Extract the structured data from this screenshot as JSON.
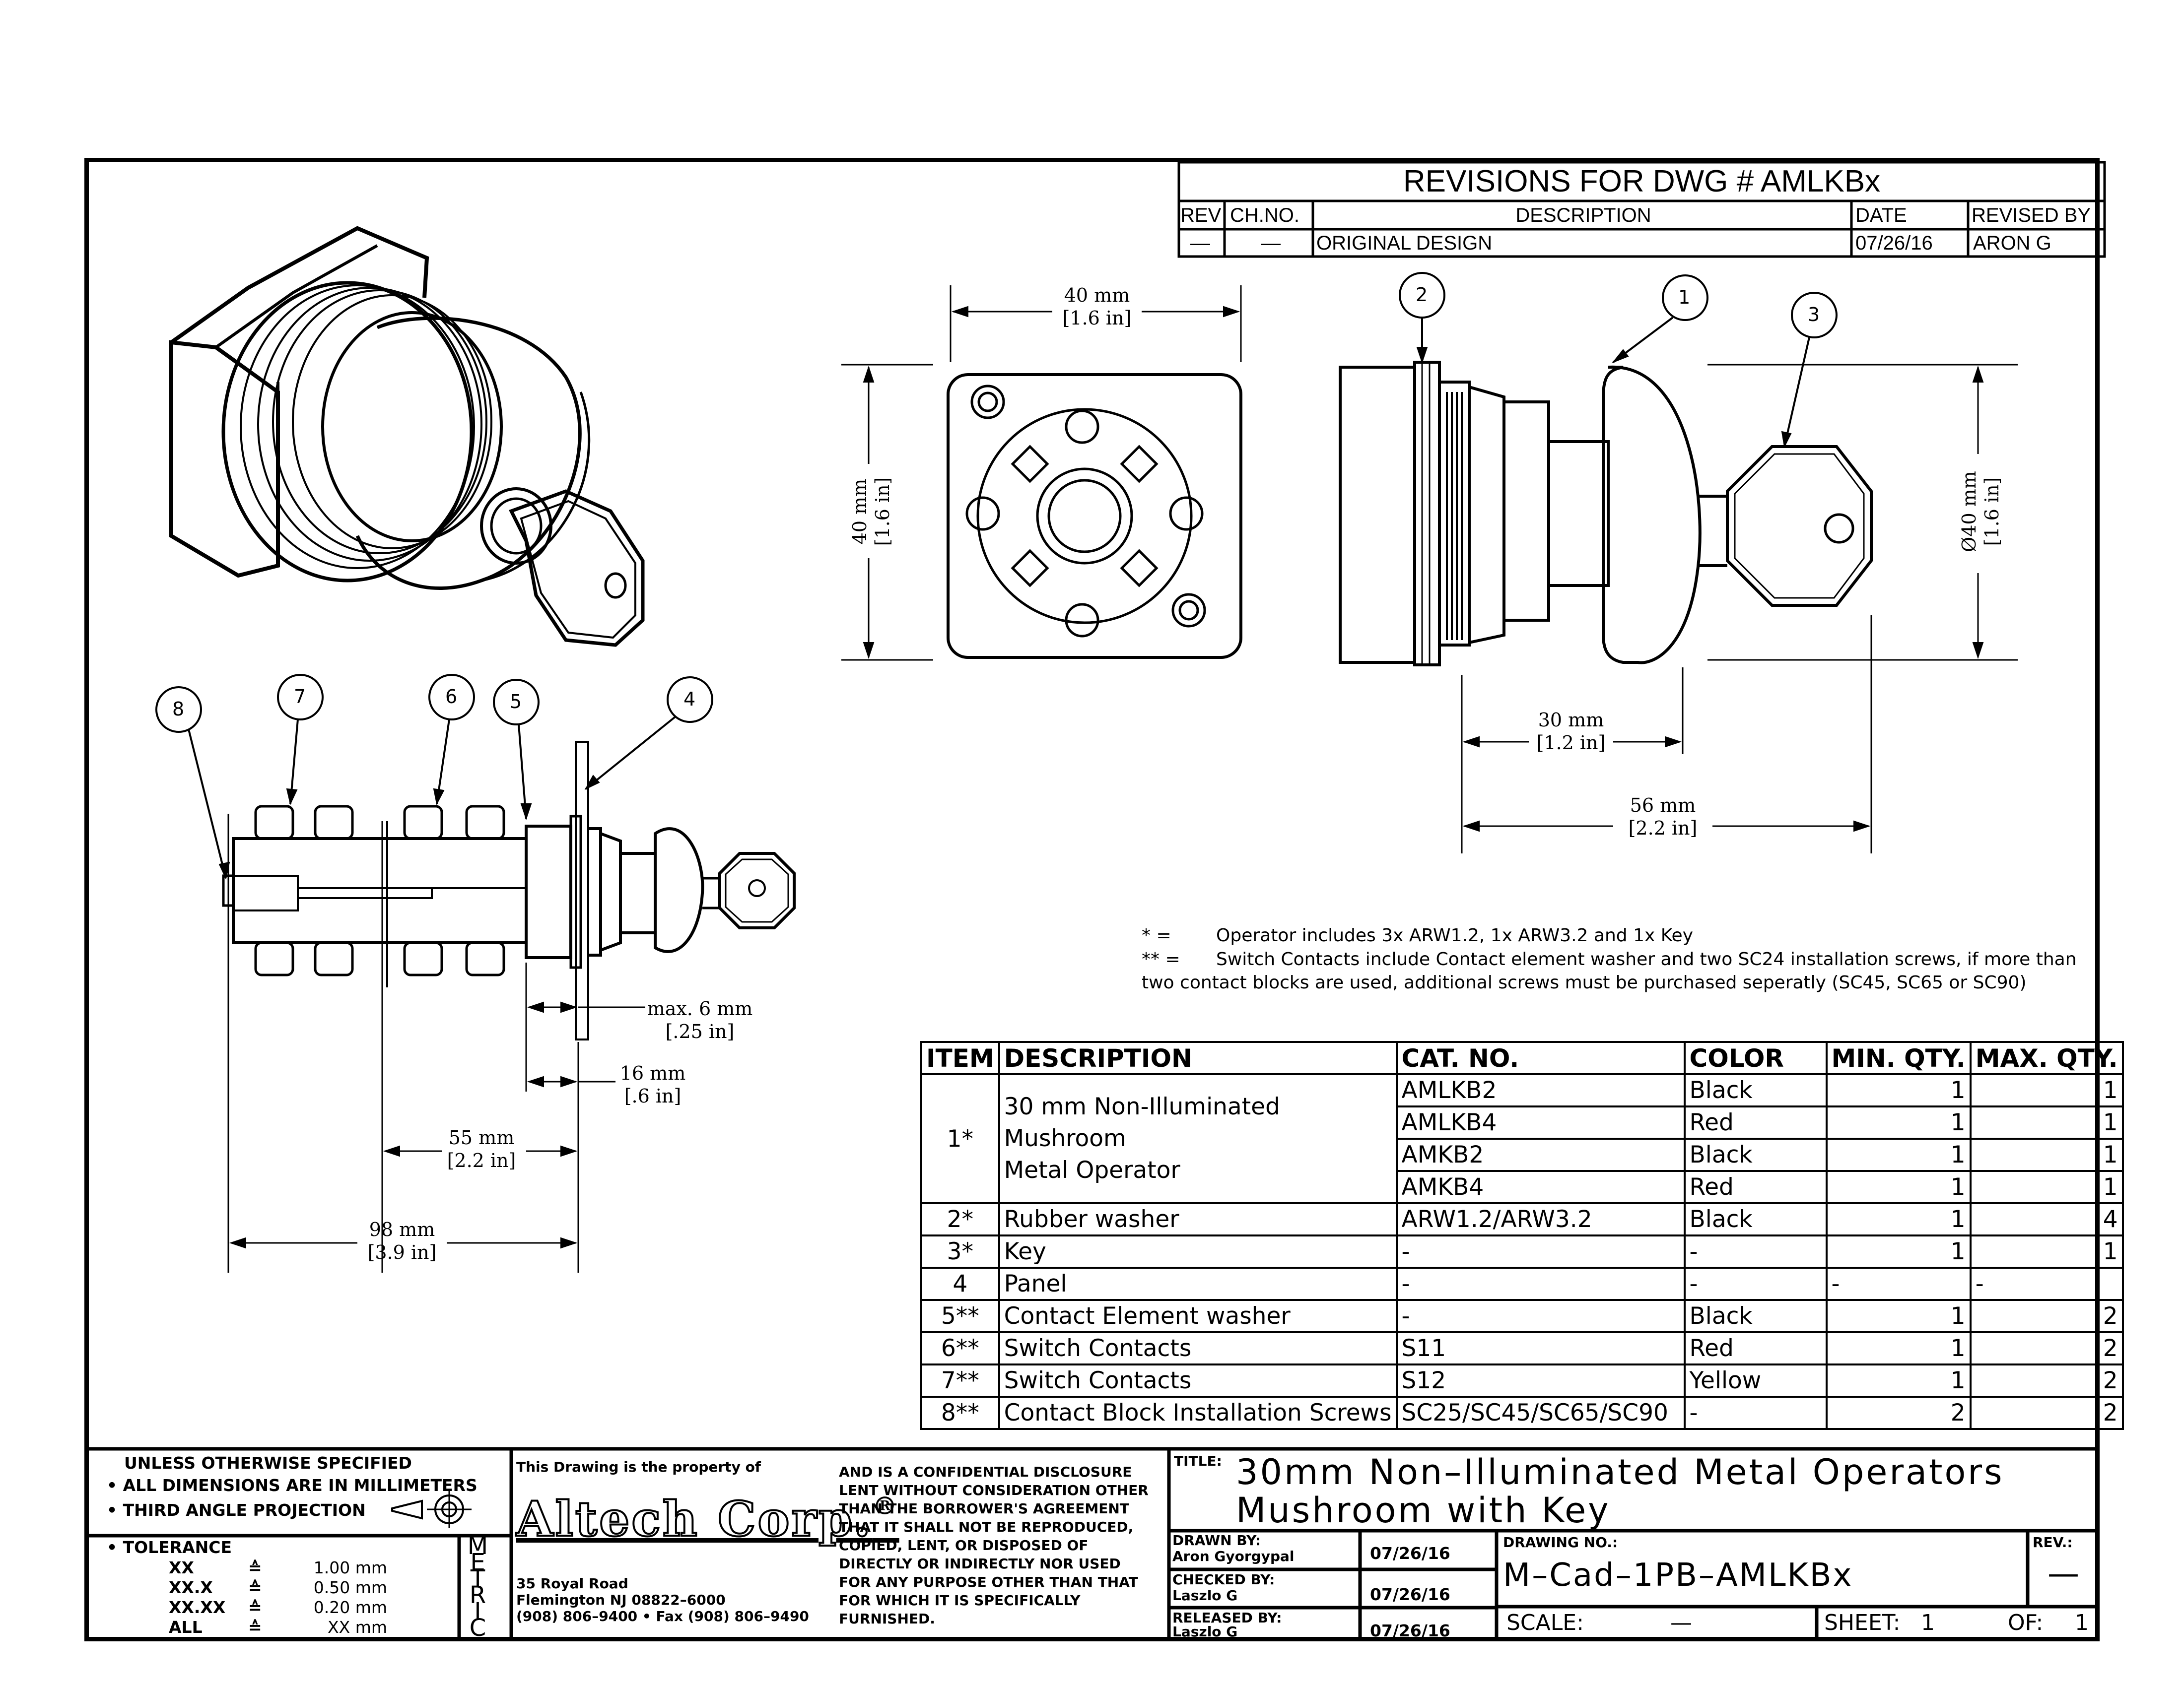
{
  "revisions": {
    "title": "REVISIONS FOR DWG # AMLKBx",
    "headers": {
      "rev": "REV",
      "ch_no": "CH.NO.",
      "description": "DESCRIPTION",
      "date": "DATE",
      "revised_by": "REVISED BY"
    },
    "rows": [
      {
        "rev": "—",
        "ch_no": "—",
        "description": "ORIGINAL DESIGN",
        "date": "07/26/16",
        "revised_by": "ARON G"
      }
    ]
  },
  "dimensions": {
    "front_width": [
      "40 mm",
      "[1.6 in]"
    ],
    "front_height": [
      "40 mm",
      "[1.6 in]"
    ],
    "side_diameter": [
      "Ø40 mm",
      "[1.6 in]"
    ],
    "side_30": [
      "30 mm",
      "[1.2 in]"
    ],
    "side_56": [
      "56 mm",
      "[2.2 in]"
    ],
    "bottom_max6": [
      "max. 6 mm",
      "[.25 in]"
    ],
    "bottom_16": [
      "16 mm",
      "[.6 in]"
    ],
    "bottom_55": [
      "55 mm",
      "[2.2 in]"
    ],
    "bottom_98": [
      "98 mm",
      "[3.9 in]"
    ]
  },
  "balloons": [
    "1",
    "2",
    "3",
    "4",
    "5",
    "6",
    "7",
    "8"
  ],
  "notes": {
    "star_symbol": "*   =",
    "star_text": "Operator includes 3x ARW1.2, 1x ARW3.2 and 1x Key",
    "dstar_symbol": "** =",
    "dstar_text": "Switch Contacts include Contact element washer and two SC24 installation screws, if more than",
    "dstar_text2": "two contact blocks are used, additional screws must be purchased seperatly (SC45, SC65 or SC90)"
  },
  "bom": {
    "headers": {
      "item": "ITEM",
      "description": "DESCRIPTION",
      "cat_no": "CAT. NO.",
      "color": "COLOR",
      "min_qty": "MIN. QTY.",
      "max_qty": "MAX. QTY."
    },
    "item1": {
      "item": "1*",
      "description_line1": "30 mm Non-Illuminated Mushroom",
      "description_line2": "Metal Operator",
      "rows": [
        {
          "cat_no": "AMLKB2",
          "color": "Black",
          "min_qty": "1",
          "max_qty": "1"
        },
        {
          "cat_no": "AMLKB4",
          "color": "Red",
          "min_qty": "1",
          "max_qty": "1"
        },
        {
          "cat_no": "AMKB2",
          "color": "Black",
          "min_qty": "1",
          "max_qty": "1"
        },
        {
          "cat_no": "AMKB4",
          "color": "Red",
          "min_qty": "1",
          "max_qty": "1"
        }
      ]
    },
    "rows": [
      {
        "item": "2*",
        "description": "Rubber washer",
        "cat_no": "ARW1.2/ARW3.2",
        "color": "Black",
        "min_qty": "1",
        "max_qty": "4"
      },
      {
        "item": "3*",
        "description": "Key",
        "cat_no": "-",
        "color": "-",
        "min_qty": "1",
        "max_qty": "1"
      },
      {
        "item": "4",
        "description": "Panel",
        "cat_no": "-",
        "color": "-",
        "min_qty": "-",
        "max_qty": "-"
      },
      {
        "item": "5**",
        "description": "Contact Element washer",
        "cat_no": "-",
        "color": "Black",
        "min_qty": "1",
        "max_qty": "2"
      },
      {
        "item": "6**",
        "description": "Switch Contacts",
        "cat_no": "S11",
        "color": "Red",
        "min_qty": "1",
        "max_qty": "2"
      },
      {
        "item": "7**",
        "description": "Switch Contacts",
        "cat_no": "S12",
        "color": "Yellow",
        "min_qty": "1",
        "max_qty": "2"
      },
      {
        "item": "8**",
        "description": "Contact Block Installation Screws",
        "cat_no": "SC25/SC45/SC65/SC90",
        "color": "-",
        "min_qty": "2",
        "max_qty": "2"
      }
    ]
  },
  "title_block": {
    "spec_line1": "UNLESS OTHERWISE SPECIFIED",
    "spec_line2": "• ALL DIMENSIONS ARE IN MILLIMETERS",
    "spec_line3": "• THIRD ANGLE PROJECTION",
    "tolerance_label": "• TOLERANCE",
    "tolerances": [
      {
        "k": "XX",
        "eq": "≙",
        "v": "1.00 mm"
      },
      {
        "k": "XX.X",
        "eq": "≙",
        "v": "0.50 mm"
      },
      {
        "k": "XX.XX",
        "eq": "≙",
        "v": "0.20 mm"
      },
      {
        "k": "ALL",
        "eq": "≙",
        "v": "XX mm"
      }
    ],
    "metric": [
      "M",
      "E",
      "T",
      "R",
      "I",
      "C"
    ],
    "property_of": "This Drawing is the property of",
    "company": "Altech Corp.",
    "company_mark": "®",
    "address1": "35 Royal Road",
    "address2": "Flemington NJ 08822–6000",
    "address3": "(908) 806–9400 • Fax (908) 806–9490",
    "confidential": [
      "AND IS A CONFIDENTIAL DISCLOSURE",
      "LENT WITHOUT CONSIDERATION OTHER",
      "THAN THE BORROWER'S AGREEMENT",
      "THAT IT SHALL NOT BE REPRODUCED,",
      "COPIED, LENT, OR DISPOSED OF",
      "DIRECTLY OR INDIRECTLY NOR USED",
      "FOR ANY PURPOSE OTHER THAN THAT",
      "FOR WHICH IT IS SPECIFICALLY",
      "FURNISHED."
    ],
    "title_label": "TITLE:",
    "title_line1": "30mm Non–Illuminated Metal Operators",
    "title_line2": "Mushroom with Key",
    "drawn_by_label": "DRAWN BY:",
    "drawn_by": "Aron Gyorgypal",
    "drawn_date": "07/26/16",
    "checked_by_label": "CHECKED BY:",
    "checked_by": "Laszlo G",
    "checked_date": "07/26/16",
    "released_by_label": "RELEASED BY:",
    "released_by": "Laszlo G",
    "released_date": "07/26/16",
    "drawing_no_label": "DRAWING NO.:",
    "drawing_no": "M–Cad–1PB–AMLKBx",
    "rev_label": "REV.:",
    "rev": "—",
    "scale_label": "SCALE:",
    "scale": "—",
    "sheet_label": "SHEET:",
    "sheet": "1",
    "of_label": "OF:",
    "of": "1"
  }
}
